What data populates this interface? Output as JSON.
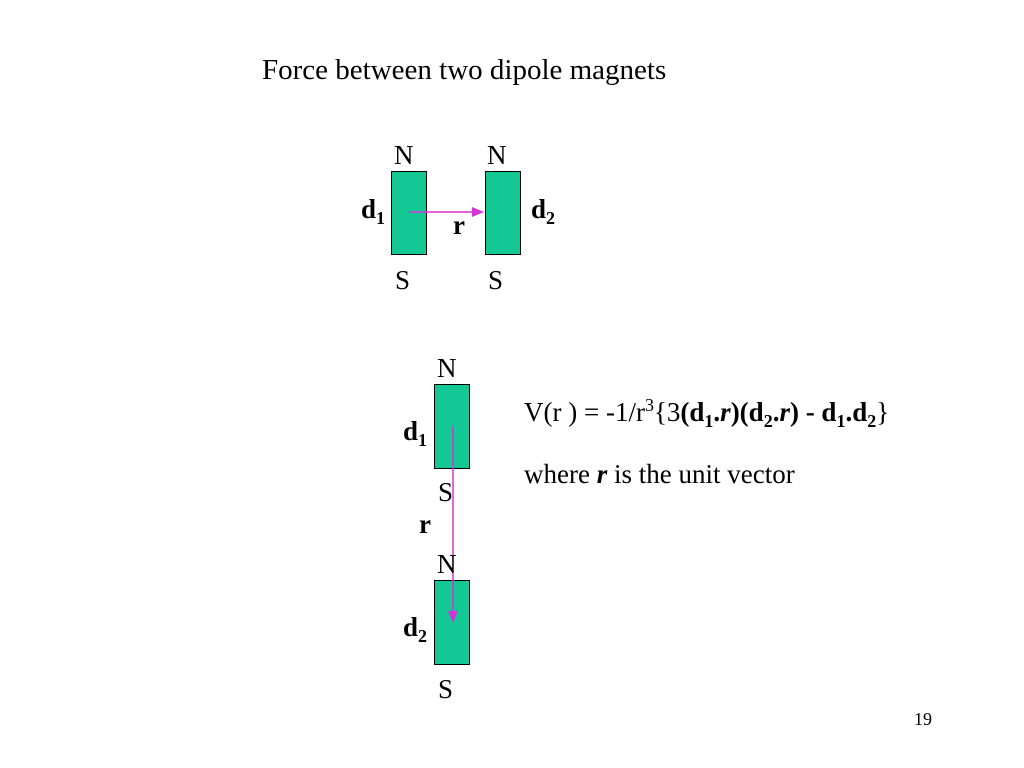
{
  "title": "Force between two dipole magnets",
  "colors": {
    "magnet_fill": "#14c895",
    "arrow": "#d633d6"
  },
  "top_diagram": {
    "magnet1": {
      "north": "N",
      "south": "S",
      "label_main": "d",
      "label_sub": "1"
    },
    "magnet2": {
      "north": "N",
      "south": "S",
      "label_main": "d",
      "label_sub": "2"
    },
    "vector_label": "r"
  },
  "bottom_diagram": {
    "magnet1": {
      "north": "N",
      "south": "S",
      "label_main": "d",
      "label_sub": "1"
    },
    "magnet2": {
      "north": "N",
      "south": "S",
      "label_main": "d",
      "label_sub": "2"
    },
    "vector_label": "r"
  },
  "formula": {
    "lhs": "V(r ) = -1/r",
    "exponent": "3",
    "open": "{3",
    "t1": "(d",
    "t1_sub": "1",
    "t2": ".",
    "r1": "r",
    "t3": ")(d",
    "t3_sub": "2",
    "t4": ".",
    "r2": "r",
    "t5": ") - d",
    "t5_sub": "1",
    "t6": ".d",
    "t6_sub": "2",
    "close": "}"
  },
  "note": {
    "prefix": "where ",
    "vector": "r",
    "suffix": " is the unit vector"
  },
  "page_number": "19"
}
